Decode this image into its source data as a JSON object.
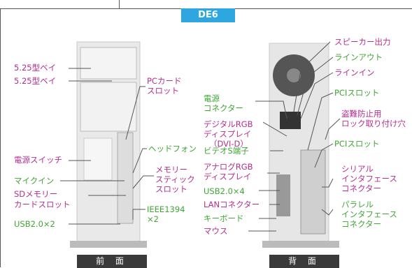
{
  "title": "DE6",
  "front_label": "前 面",
  "back_label": "背 面",
  "front": {
    "left_labels": [
      "5.25型ベイ",
      "5.25型ベイ",
      "電源スイッチ",
      "マイクイン",
      "SDメモリー",
      "カードスロット",
      "USB2.0×2"
    ],
    "right_labels": [
      "PCカード",
      "スロット",
      "ヘッドフォン",
      "メモリー",
      "スティック",
      "スロット",
      "IEEE1394",
      "×2"
    ]
  },
  "back": {
    "left_labels": [
      "電源",
      "コネクター",
      "デジタルRGB",
      "ディスプレイ",
      "（DVI-D）",
      "ビデオS端子",
      "アナログRGB",
      "ディスプレイ",
      "USB2.0×4",
      "LANコネクター",
      "キーボード",
      "マウス"
    ],
    "right_labels": [
      "スピーカー出力",
      "ラインアウト",
      "ラインイン",
      "PCIスロット",
      "盗難防止用",
      "ロック取り付け穴",
      "PCIスロット",
      "シリアル",
      "インタフェース",
      "コネクター",
      "パラレル",
      "インタフェース",
      "コネクター"
    ]
  },
  "colors": {
    "title_bg": "#2ea7e0",
    "pink": "#b52f8e",
    "green": "#3fa535",
    "footer_bg": "#3a3a3a"
  }
}
